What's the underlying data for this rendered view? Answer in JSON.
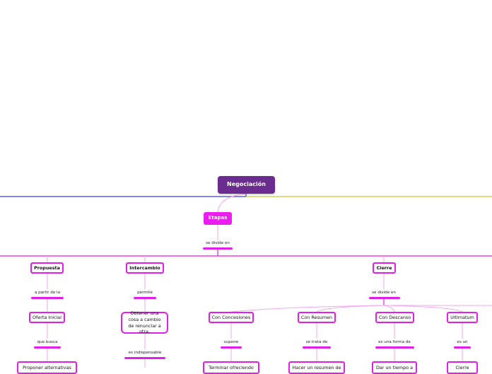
{
  "diagram": {
    "root": "Negociación",
    "etapas": "Etapas",
    "rel_divide_1": "se divide en",
    "propuesta": {
      "title": "Propuesta",
      "rel": "a partir de la",
      "child": "Oferta Inicial",
      "rel2": "que busca",
      "child2": "Proponer alternativas"
    },
    "intercambio": {
      "title": "Intercambio",
      "rel": "permite",
      "child": "Obtener una cosa a cambio de renunciar a otra.",
      "rel2": "es indispensable"
    },
    "cierre": {
      "title": "Cierre",
      "rel": "se divide en",
      "items": [
        {
          "title": "Con Concesiones",
          "rel": "supone",
          "child": "Terminar ofreciendo"
        },
        {
          "title": "Con Resumen",
          "rel": "se trata de",
          "child": "Hacer un resumen de"
        },
        {
          "title": "Con Descanso",
          "rel": "es una forma de",
          "child": "Dar un tiempo a"
        },
        {
          "title": "Ultimatum",
          "rel": "es un",
          "child": "Cierre"
        }
      ]
    }
  }
}
